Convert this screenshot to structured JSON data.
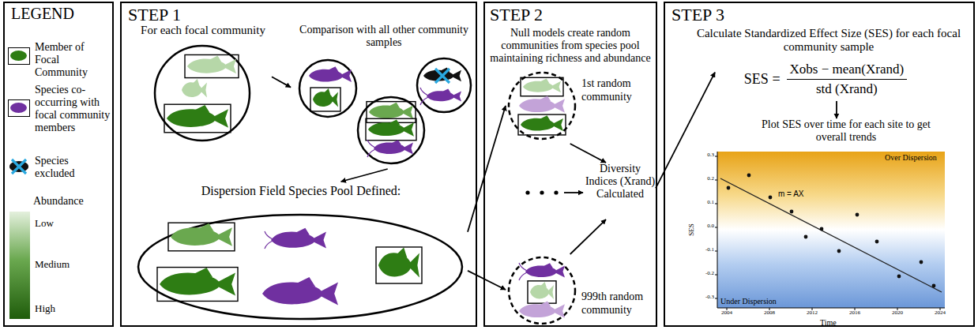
{
  "diagram": {
    "nodes": [
      {
        "text": [
          "STEP 1"
        ]
      },
      {
        "text": [
          "For each focal community"
        ],
        "in": 0
      },
      {
        "text": [
          "Comparison with all other community samples"
        ],
        "in": 0
      },
      {
        "text": [
          "Dispersion Field Species Pool Defined:"
        ],
        "in": 0
      },
      {
        "text": [
          "STEP 2",
          "Null models create random communities from species pool maintaining richness and abundance"
        ]
      },
      {
        "text": [
          "1st random community"
        ],
        "in": 4
      },
      {
        "text": [
          "Diversity Indices (Xrand) Calculated"
        ],
        "in": 4
      },
      {
        "text": [
          "999th random community"
        ],
        "in": 4
      },
      {
        "text": [
          "STEP 3",
          "Calculate Standardized Effect Size (SES) for each focal community sample"
        ]
      },
      {
        "text": [
          "SES =",
          "Xobs − mean(Xrand)",
          "std (Xrand)"
        ],
        "in": 8
      },
      {
        "text": [
          "Plot SES over time for each site to get overall trends"
        ],
        "in": 8
      }
    ],
    "edges": [
      {
        "from": 1,
        "to": 2,
        "arrow": "to"
      },
      {
        "from": 2,
        "to": 3,
        "arrow": "to"
      },
      {
        "from": 3,
        "to": 5,
        "arrow": "to"
      },
      {
        "from": 3,
        "to": 7,
        "arrow": "to"
      },
      {
        "from": 5,
        "to": 6,
        "arrow": "to"
      },
      {
        "from": 7,
        "to": 6,
        "arrow": "to"
      },
      {
        "from": 6,
        "to": 9,
        "arrow": "to"
      },
      {
        "from": 9,
        "to": 10,
        "arrow": "to"
      }
    ],
    "labels": [
      "LEGEND",
      "Abundance",
      "Low",
      "Medium",
      "High",
      "Over Dispersion",
      "Under Dispersion",
      "m = AX",
      "SES",
      "Time",
      "0.3",
      "0.2",
      "0.1",
      "0.0",
      "-0.1",
      "-0.2",
      "-0.3",
      "2004",
      "2008",
      "2012",
      "2016",
      "2020",
      "2024"
    ],
    "legend": [
      {
        "text": "Member of Focal Community",
        "color": "#2e7d14"
      },
      {
        "text": "Species co-occurring with focal community members",
        "color": "#7030a0"
      },
      {
        "text": "Species excluded"
      }
    ]
  }
}
